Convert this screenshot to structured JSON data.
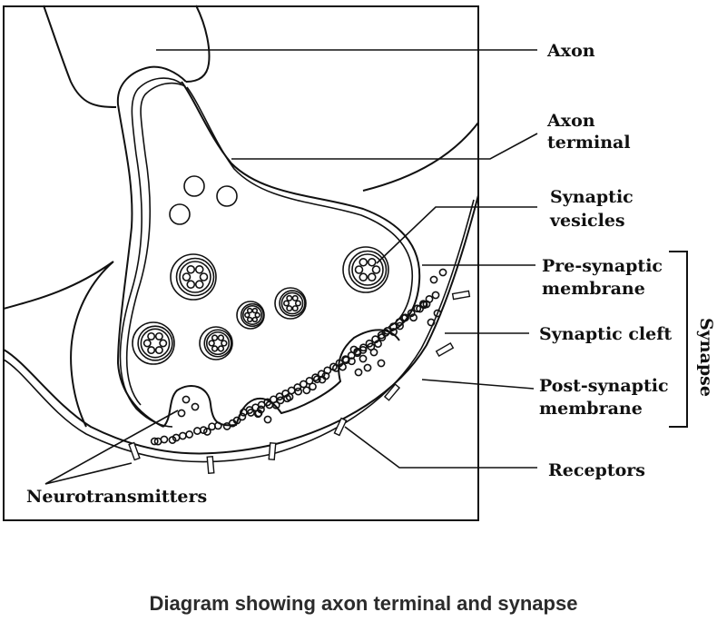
{
  "title": "Diagram showing axon terminal and synapse",
  "labels": {
    "axon": "Axon",
    "axon_terminal": [
      "Axon",
      "terminal"
    ],
    "synaptic_vesicles": [
      "Synaptic",
      "vesicles"
    ],
    "pre_synaptic_membrane": [
      "Pre-synaptic",
      "membrane"
    ],
    "synaptic_cleft": "Synaptic cleft",
    "post_synaptic_membrane": [
      "Post-synaptic",
      "membrane"
    ],
    "receptors": "Receptors",
    "neurotransmitters": "Neurotransmitters",
    "synapse_bracket": "Synapse"
  },
  "colors": {
    "ink": "#111111",
    "caption": "#2b2b2b",
    "background": "#ffffff"
  }
}
